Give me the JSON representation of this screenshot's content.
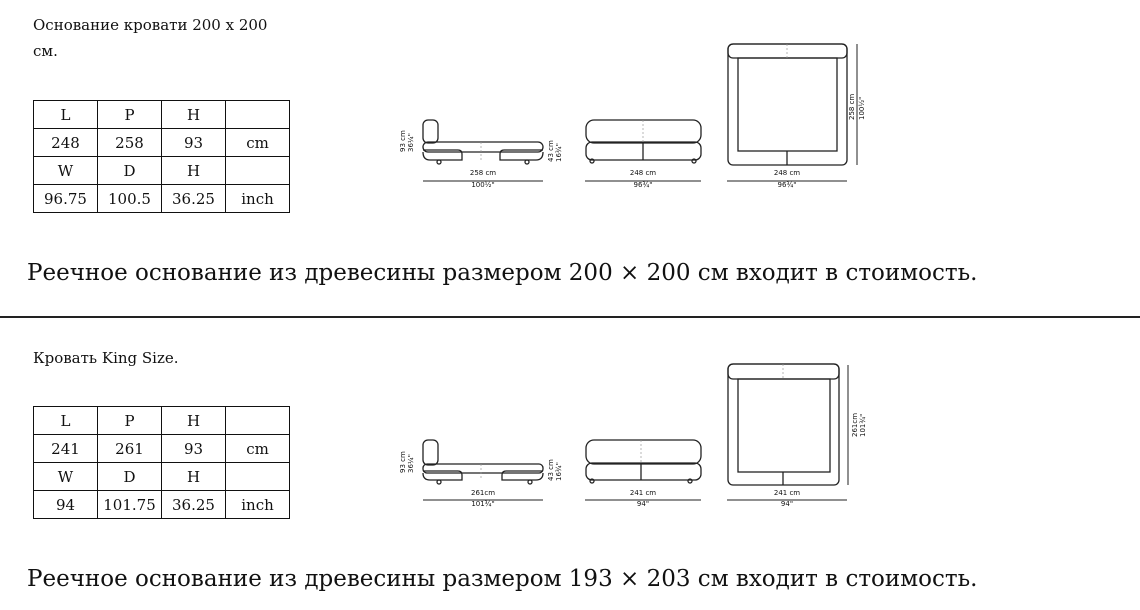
{
  "sections": [
    {
      "caption": "Основание кровати 200 x 200 см.",
      "table": {
        "header_metric": [
          "L",
          "P",
          "H",
          ""
        ],
        "values_metric": [
          "248",
          "258",
          "93",
          "cm"
        ],
        "header_imperial": [
          "W",
          "D",
          "H",
          ""
        ],
        "values_imperial": [
          "96.75",
          "100.5",
          "36.25",
          "inch"
        ]
      },
      "drawing": {
        "side_height": "93 cm",
        "side_height_in": "36¼\"",
        "seat_height": "43 cm",
        "seat_height_in": "16¾\"",
        "side_length": "258 cm",
        "side_length_in": "100½\"",
        "front_width": "248 cm",
        "front_width_in": "96¾\"",
        "top_width": "248 cm",
        "top_width_in": "96¾\"",
        "top_depth": "258 cm",
        "top_depth_in": "100½\""
      },
      "note": "Реечное основание из древесины размером 200 × 200 см входит в стоимость."
    },
    {
      "caption": "Кровать King Size.",
      "table": {
        "header_metric": [
          "L",
          "P",
          "H",
          ""
        ],
        "values_metric": [
          "241",
          "261",
          "93",
          "cm"
        ],
        "header_imperial": [
          "W",
          "D",
          "H",
          ""
        ],
        "values_imperial": [
          "94",
          "101.75",
          "36.25",
          "inch"
        ]
      },
      "drawing": {
        "side_height": "93 cm",
        "side_height_in": "36¼\"",
        "seat_height": "43 cm",
        "seat_height_in": "16¾\"",
        "side_length": "261cm",
        "side_length_in": "101¾\"",
        "front_width": "241 cm",
        "front_width_in": "94\"",
        "top_width": "241 cm",
        "top_width_in": "94\"",
        "top_depth": "261cm",
        "top_depth_in": "101¾\""
      },
      "note": "Реечное основание из древесины размером 193 × 203 см входит в стоимость."
    }
  ]
}
